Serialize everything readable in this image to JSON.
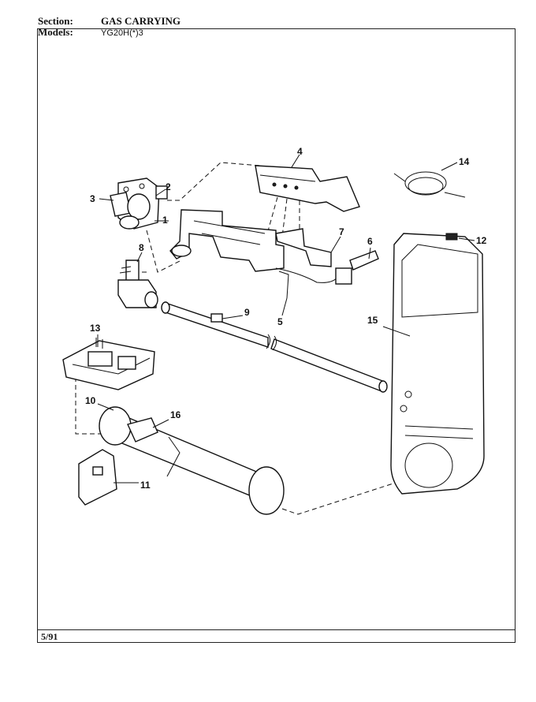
{
  "header": {
    "section_label": "Section:",
    "section_value": "GAS CARRYING",
    "models_label": "Models:",
    "models_value": "YG20H(*)3"
  },
  "footer": {
    "date": "5/91"
  },
  "callouts": [
    "1",
    "2",
    "3",
    "4",
    "5",
    "6",
    "7",
    "8",
    "9",
    "10",
    "11",
    "12",
    "13",
    "14",
    "15",
    "16"
  ]
}
